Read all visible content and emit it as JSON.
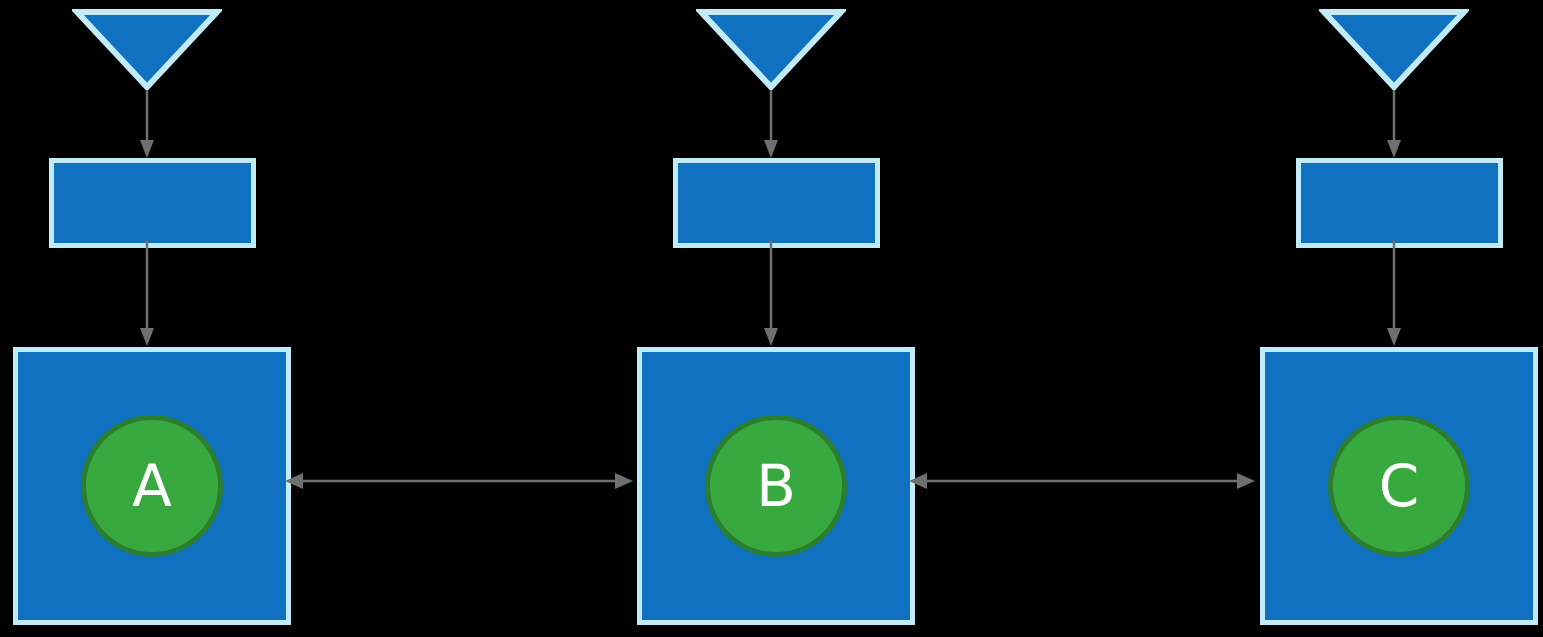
{
  "diagram": {
    "background_color": "#000000",
    "colors": {
      "shape_fill": "#1071c1",
      "shape_border": "#c2ebfa",
      "circle_fill": "#38a93e",
      "circle_border": "#2b7e2f",
      "arrow": "#6f6f6f",
      "label_text": "#ffffff"
    },
    "columns": [
      {
        "label": "A",
        "shapes": [
          "triangle",
          "rectangle",
          "square-with-circle"
        ],
        "flow": "triangle -> rectangle -> square"
      },
      {
        "label": "B",
        "shapes": [
          "triangle",
          "rectangle",
          "square-with-circle"
        ],
        "flow": "triangle -> rectangle -> square"
      },
      {
        "label": "C",
        "shapes": [
          "triangle",
          "rectangle",
          "square-with-circle"
        ],
        "flow": "triangle -> rectangle -> square"
      }
    ],
    "connections": [
      {
        "from": "A",
        "to": "B",
        "type": "bidirectional-arrow"
      },
      {
        "from": "B",
        "to": "C",
        "type": "bidirectional-arrow"
      }
    ]
  }
}
